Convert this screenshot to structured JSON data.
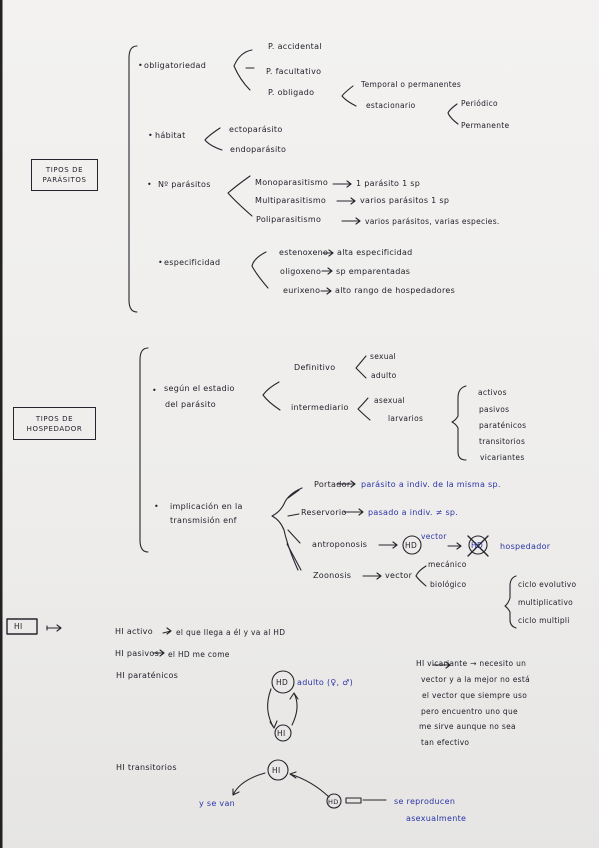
{
  "parasites": {
    "box": [
      "TIPOS DE",
      "PARÁSITOS"
    ],
    "obligatoriedad": {
      "label": "obligatoriedad",
      "items": [
        "P. accidental",
        "P. facultativo",
        "P. obligado"
      ],
      "obligado_sub": [
        "Temporal o permanentes",
        "estacionario"
      ],
      "estacionario_sub": [
        "Periódico",
        "Permanente"
      ]
    },
    "habitat": {
      "label": "hábitat",
      "items": [
        "ectoparásito",
        "endoparásito"
      ]
    },
    "n_parasitos": {
      "label": "Nº parásitos",
      "rows": [
        {
          "term": "Monoparasitismo",
          "result": "1 parásito 1 sp"
        },
        {
          "term": "Multiparasitismo",
          "result": "varios parásitos 1 sp"
        },
        {
          "term": "Poliparasitismo",
          "result": "varios parásitos, varias especies."
        }
      ]
    },
    "especificidad": {
      "label": "especificidad",
      "rows": [
        {
          "term": "estenoxeno",
          "result": "alta especificidad"
        },
        {
          "term": "oligoxeno",
          "result": "sp emparentadas"
        },
        {
          "term": "eurixeno",
          "result": "alto rango de hospedadores"
        }
      ]
    }
  },
  "hosts": {
    "box": [
      "TIPOS DE",
      "HOSPEDADOR"
    ],
    "estadio": {
      "label": [
        "según el estadio",
        "del parásito"
      ],
      "definitivo": {
        "label": "Definitivo",
        "sub": [
          "sexual",
          "adulto"
        ]
      },
      "intermediario": {
        "label": "intermediario",
        "sub": [
          "asexual",
          "larvarios"
        ]
      },
      "intermediario_types": [
        "activos",
        "pasivos",
        "paraténicos",
        "transitorios",
        "vicariantes"
      ]
    },
    "transmision": {
      "label": [
        "implicación en la",
        "transmisión enf"
      ],
      "portador": {
        "term": "Portador",
        "result": "parásito a indiv. de la misma sp."
      },
      "reservorio": {
        "term": "Reservorio",
        "result": "pasado a indiv. ≠ sp."
      },
      "antroponosis": {
        "term": "antroponosis",
        "circle": "HD",
        "circle_note": "vector",
        "crossed": "HD",
        "result": "hospedador"
      },
      "zoonosis": {
        "term": "Zoonosis",
        "result": "vector",
        "sub": [
          "mecánico",
          "biológico"
        ],
        "cycles": [
          "ciclo evolutivo",
          "multiplicativo",
          "ciclo multipli"
        ]
      }
    }
  },
  "hi_notes": {
    "box": "HI",
    "activo": {
      "prefix": "HI activo",
      "text": "el que llega a él y va al HD"
    },
    "pasivos": {
      "prefix": "HI pasivos",
      "text": "el HD me come"
    },
    "paratenicos": {
      "prefix": "HI paraténicos",
      "top_circle": "HD",
      "adult_note": "adulto (♀, ♂)",
      "bottom_circle": "HI"
    },
    "vicariante": {
      "lines": [
        "HI vicariante → necesito un",
        "vector y a la mejor no está",
        "el vector que siempre uso",
        "pero encuentro uno que",
        "me sirve aunque no sea",
        "tan efectivo"
      ]
    },
    "transitorios": {
      "prefix": "HI transitorios",
      "circle": "HI",
      "left": "y se van",
      "right_circle": "HD",
      "right_text": [
        "se reproducen",
        "asexualmente"
      ]
    }
  },
  "colors": {
    "blue_ink": "#2a34a6",
    "black_ink": "#23222c",
    "paper": "#f1f0ef"
  }
}
